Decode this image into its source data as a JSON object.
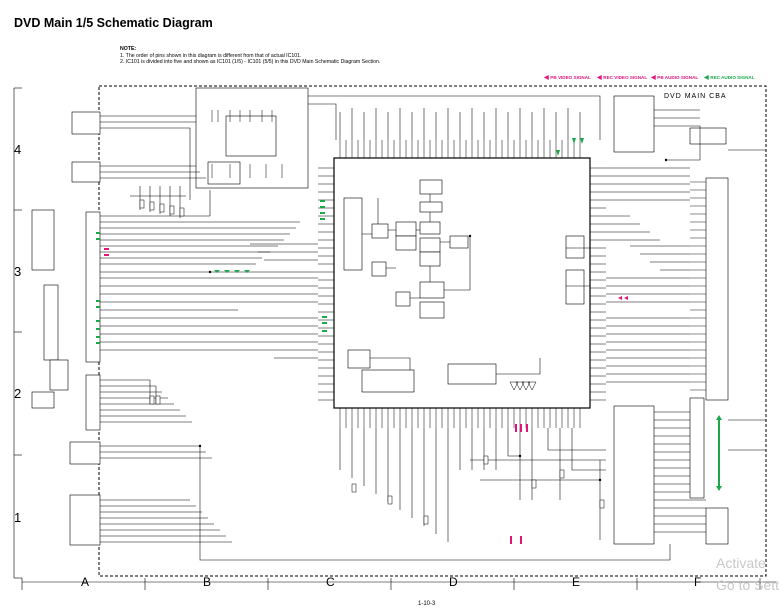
{
  "page": {
    "title": "DVD Main 1/5 Schematic Diagram",
    "page_number": "1-10-3"
  },
  "notes": {
    "heading": "NOTE:",
    "lines": [
      "1. The order of pins shown in this diagram is different from that of actual IC101.",
      "2. IC101 is divided into five and shown as IC101 (1/5) - IC101 (5/5) in this DVD Main Schematic Diagram Section."
    ]
  },
  "signal_legend": [
    {
      "label": "PB VIDEO SIGNAL",
      "color": "#e0157a"
    },
    {
      "label": "REC VIDEO SIGNAL",
      "color": "#e0157a"
    },
    {
      "label": "PB AUDIO SIGNAL",
      "color": "#e0157a"
    },
    {
      "label": "REC AUDIO SIGNAL",
      "color": "#1aa84a"
    }
  ],
  "board": {
    "label": "DVD MAIN CBA"
  },
  "grid": {
    "rows": [
      "4",
      "3",
      "2",
      "1"
    ],
    "columns": [
      "A",
      "B",
      "C",
      "D",
      "E",
      "F"
    ]
  },
  "watermark": {
    "line1": "Activate",
    "line2": "Go to Sett"
  },
  "icons": {
    "arrow": "left-arrow-icon"
  }
}
